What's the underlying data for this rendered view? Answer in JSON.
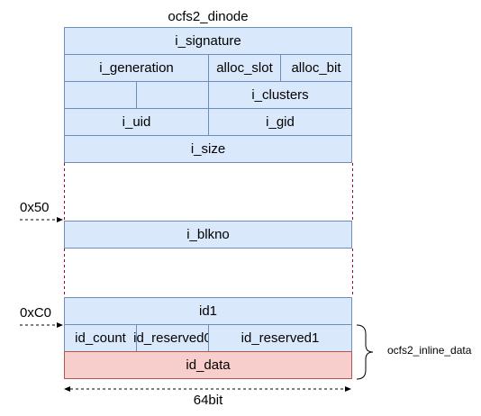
{
  "title": "ocfs2_dinode",
  "rows": {
    "signature": "i_signature",
    "generation": "i_generation",
    "alloc_slot": "alloc_slot",
    "alloc_bit": "alloc_bit",
    "blank1": "",
    "blank2": "",
    "clusters": "i_clusters",
    "uid": "i_uid",
    "gid": "i_gid",
    "size": "i_size",
    "blkno": "i_blkno",
    "id1": "id1",
    "id_count": "id_count",
    "id_reserved0": "id_reserved0",
    "id_reserved1": "id_reserved1",
    "id_data": "id_data"
  },
  "offsets": {
    "off_50": "0x50",
    "off_c0": "0xC0"
  },
  "brace_label": "ocfs2_inline_data",
  "width_label": "64bit",
  "colors": {
    "blue_fill": "#dae8fc",
    "blue_stroke": "#6c8ebf",
    "red_fill": "#f8cecc",
    "red_stroke": "#b85450"
  }
}
